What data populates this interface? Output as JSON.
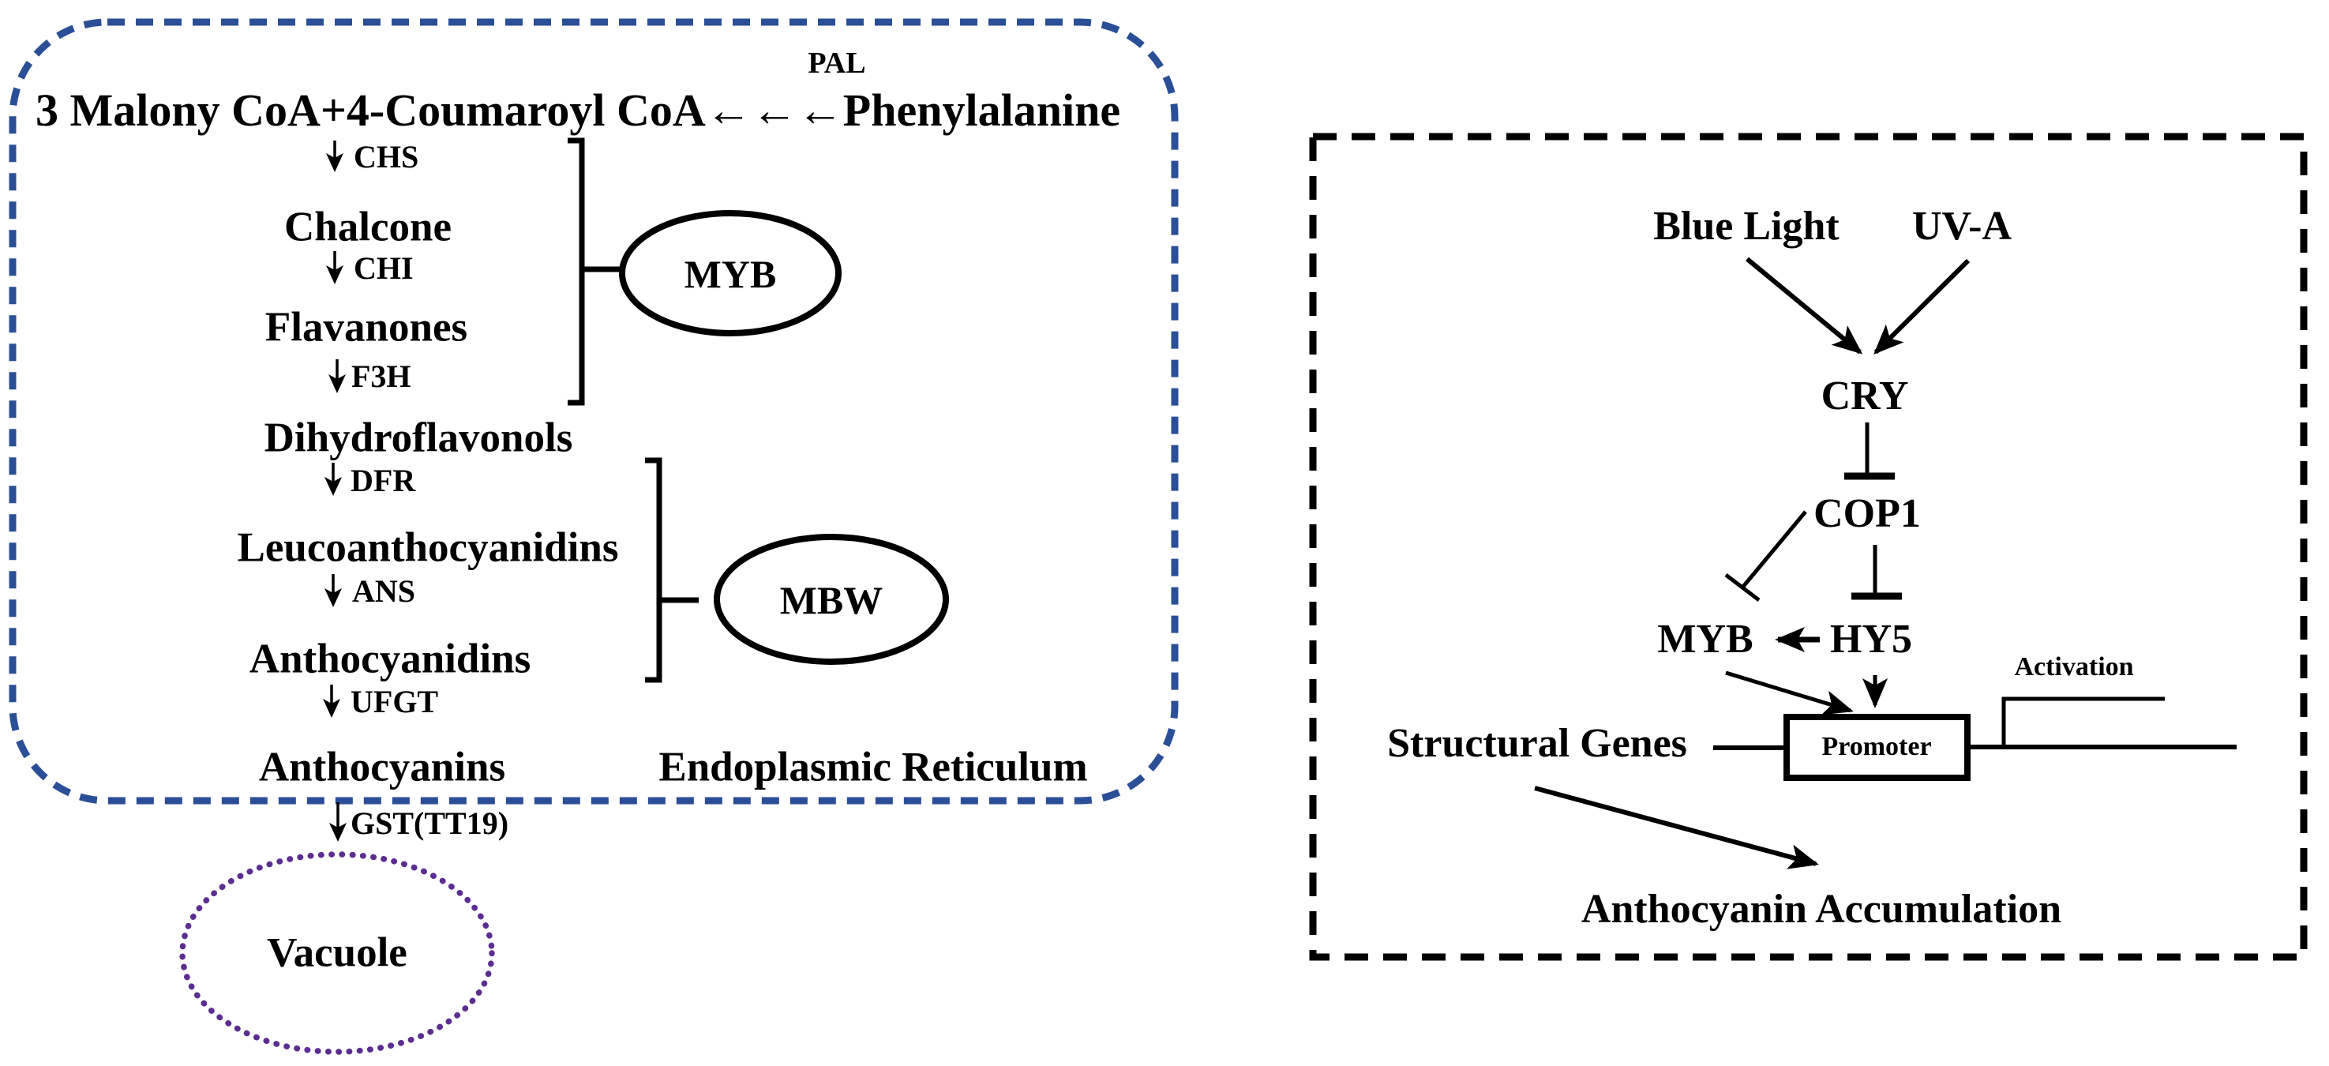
{
  "left": {
    "title": "3 Malony CoA+4-Coumaroyl CoA←←←Phenylalanine",
    "pal": "PAL",
    "steps": [
      {
        "enzyme": "CHS",
        "product": "Chalcone"
      },
      {
        "enzyme": "CHI",
        "product": "Flavanones"
      },
      {
        "enzyme": "F3H",
        "product": "Dihydroflavonols"
      },
      {
        "enzyme": "DFR",
        "product": "Leucoanthocyanidins"
      },
      {
        "enzyme": "ANS",
        "product": "Anthocyanidins"
      },
      {
        "enzyme": "UFGT",
        "product": "Anthocyanins"
      }
    ],
    "transport_enzyme": "GST(TT19)",
    "er": "Endoplasmic Reticulum",
    "myb": "MYB",
    "mbw": "MBW",
    "vacuole": "Vacuole"
  },
  "right": {
    "blue_light": "Blue Light",
    "uva": "UV-A",
    "cry": "CRY",
    "cop1": "COP1",
    "myb": "MYB",
    "hy5": "HY5",
    "activation": "Activation",
    "promoter": "Promoter",
    "structural_genes": "Structural Genes",
    "accumulation": "Anthocyanin Accumulation"
  },
  "colors": {
    "panel_blue": "#2b4f97",
    "vacuole_purple": "#5c2d91",
    "ink": "#000000"
  }
}
